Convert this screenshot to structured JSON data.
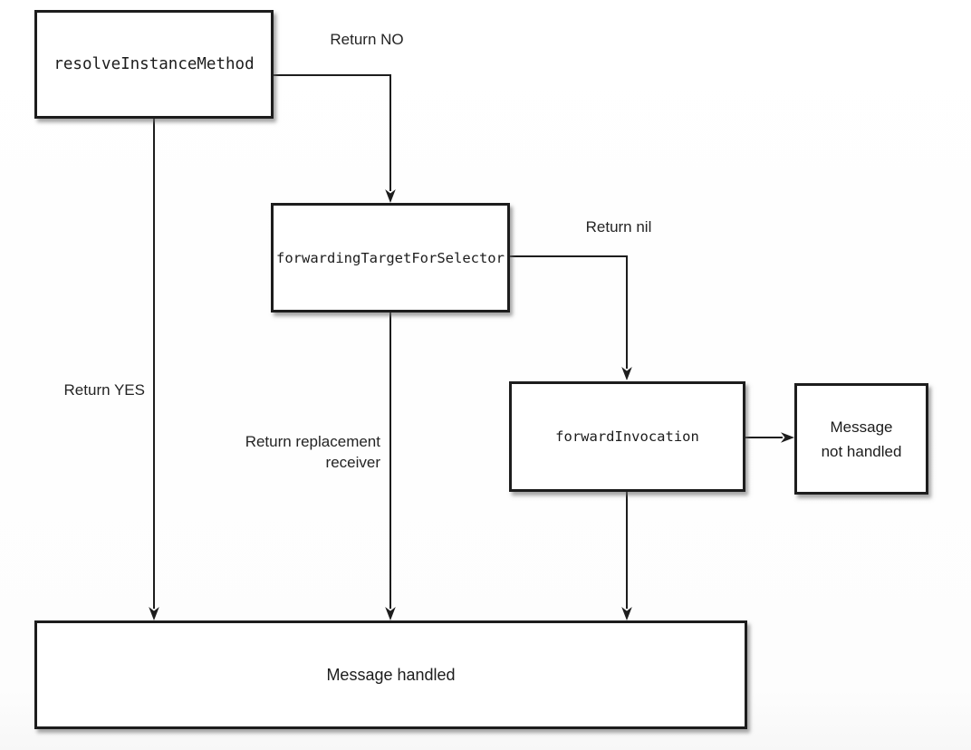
{
  "diagram": {
    "kind": "flowchart",
    "topic": "Objective-C message forwarding",
    "colors": {
      "background": "#ffffff",
      "box_fill": "#ffffff",
      "box_border": "#1d1d1d",
      "line": "#1d1d1d",
      "text": "#1c1c1c",
      "shadow": "rgba(105,105,105,0.6)"
    },
    "nodes": {
      "resolve": {
        "label": "resolveInstanceMethod",
        "font": "monospace"
      },
      "forwarding_target": {
        "label": "forwardingTargetForSelector",
        "font": "monospace"
      },
      "forward_invocation": {
        "label": "forwardInvocation",
        "font": "monospace"
      },
      "message_not_handled": {
        "label": "Message not handled",
        "lines": [
          "Message",
          "not handled"
        ],
        "font": "sans"
      },
      "message_handled": {
        "label": "Message handled",
        "font": "sans"
      }
    },
    "edge_labels": {
      "return_no": "Return NO",
      "return_nil": "Return nil",
      "return_yes": "Return YES",
      "return_replacement": {
        "text": "Return replacement receiver",
        "lines": [
          "Return replacement",
          "receiver"
        ]
      }
    },
    "edges": [
      {
        "from": "resolveInstanceMethod",
        "to": "forwardingTargetForSelector",
        "label": "Return NO"
      },
      {
        "from": "resolveInstanceMethod",
        "to": "Message handled",
        "label": "Return YES"
      },
      {
        "from": "forwardingTargetForSelector",
        "to": "forwardInvocation",
        "label": "Return nil"
      },
      {
        "from": "forwardingTargetForSelector",
        "to": "Message handled",
        "label": "Return replacement receiver"
      },
      {
        "from": "forwardInvocation",
        "to": "Message not handled",
        "label": ""
      },
      {
        "from": "forwardInvocation",
        "to": "Message handled",
        "label": ""
      }
    ]
  }
}
